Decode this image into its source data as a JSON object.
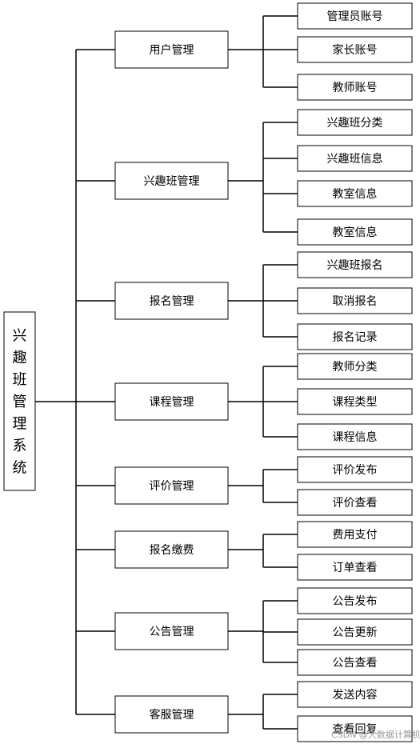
{
  "root": {
    "chars": [
      "兴",
      "趣",
      "班",
      "管",
      "理",
      "系",
      "统"
    ]
  },
  "modules": [
    {
      "label": "用户管理",
      "children": [
        "管理员账号",
        "家长账号",
        "教师账号"
      ]
    },
    {
      "label": "兴趣班管理",
      "children": [
        "兴趣班分类",
        "兴趣班信息",
        "教室信息",
        "教室信息"
      ]
    },
    {
      "label": "报名管理",
      "children": [
        "兴趣班报名",
        "取消报名",
        "报名记录"
      ]
    },
    {
      "label": "课程管理",
      "children": [
        "教师分类",
        "课程类型",
        "课程信息"
      ]
    },
    {
      "label": "评价管理",
      "children": [
        "评价发布",
        "评价查看"
      ]
    },
    {
      "label": "报名缴费",
      "children": [
        "费用支付",
        "订单查看"
      ]
    },
    {
      "label": "公告管理",
      "children": [
        "公告发布",
        "公告更新",
        "公告查看"
      ]
    },
    {
      "label": "客服管理",
      "children": [
        "发送内容",
        "查看回复"
      ]
    }
  ],
  "watermark": "CSDN @大数据计算机毕设"
}
